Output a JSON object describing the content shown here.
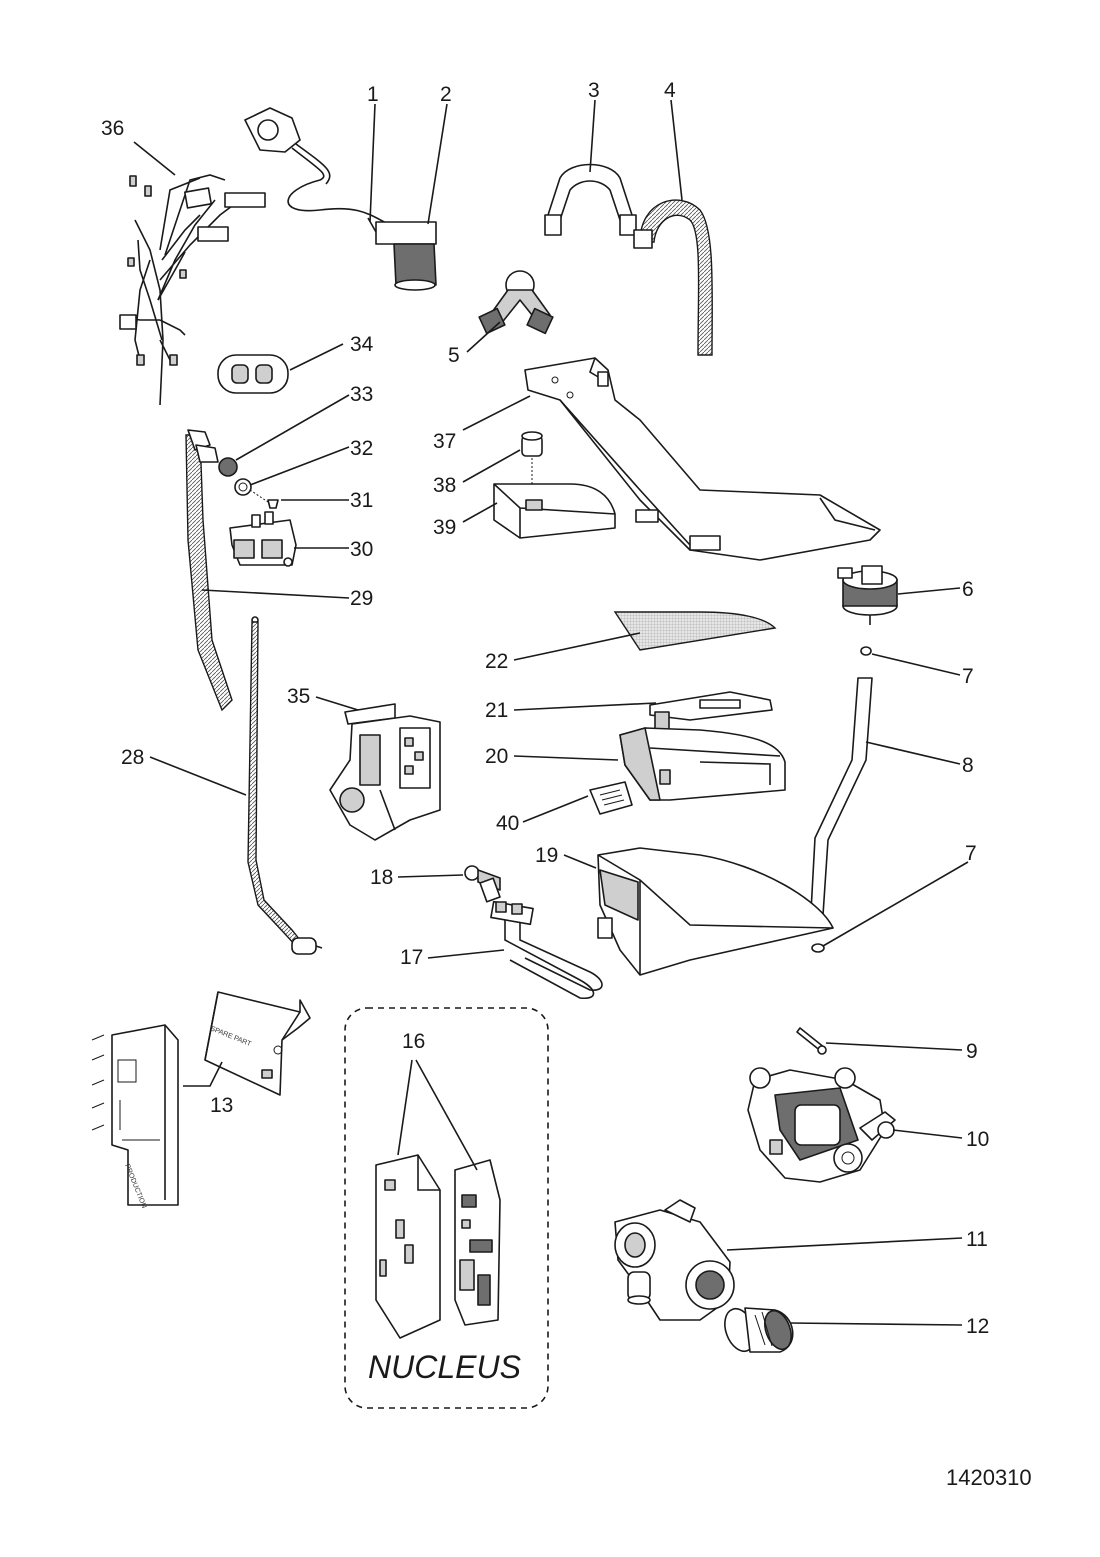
{
  "diagram": {
    "document_number": "1420310",
    "group_label": "NUCLEUS",
    "spare_part_text": "SPARE PART",
    "production_text": "PRODUCTION",
    "callouts": {
      "c1": "1",
      "c2": "2",
      "c3": "3",
      "c4": "4",
      "c5": "5",
      "c6": "6",
      "c7a": "7",
      "c7b": "7",
      "c8": "8",
      "c9": "9",
      "c10": "10",
      "c11": "11",
      "c12": "12",
      "c13": "13",
      "c16": "16",
      "c17": "17",
      "c18": "18",
      "c19": "19",
      "c20": "20",
      "c21": "21",
      "c22": "22",
      "c28": "28",
      "c29": "29",
      "c30": "30",
      "c31": "31",
      "c32": "32",
      "c33": "33",
      "c34": "34",
      "c35": "35",
      "c36": "36",
      "c37": "37",
      "c38": "38",
      "c39": "39",
      "c40": "40"
    }
  }
}
